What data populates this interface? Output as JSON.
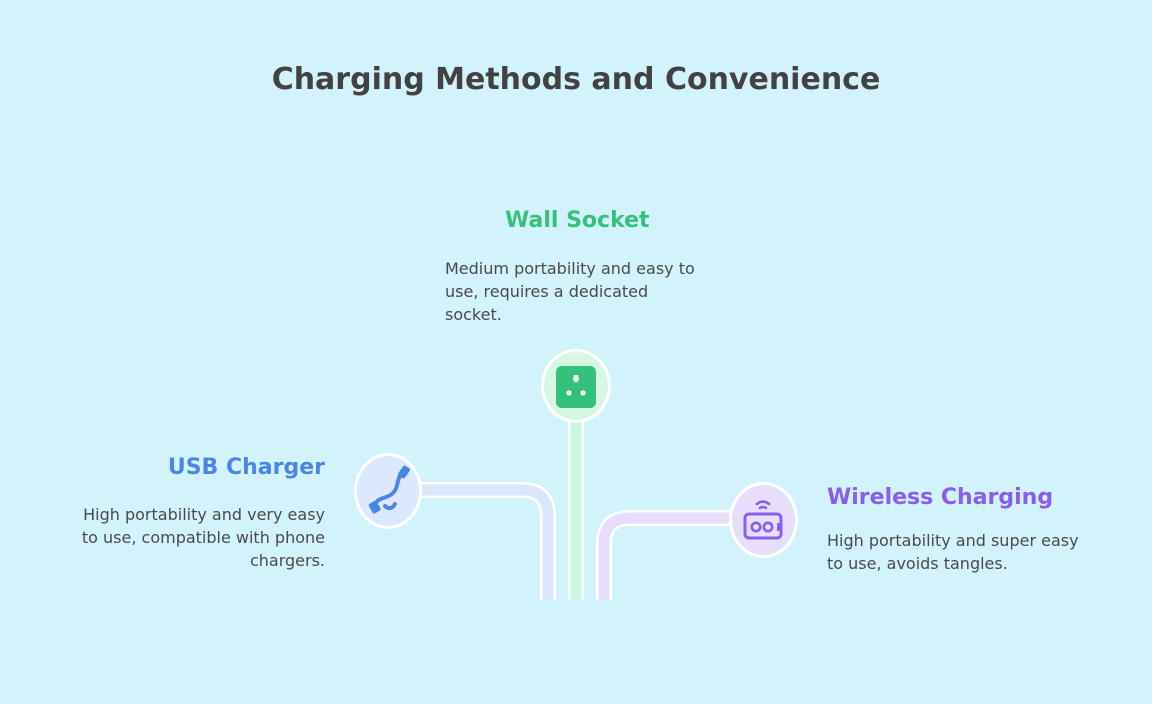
{
  "title": "Charging Methods and Convenience",
  "methods": [
    {
      "id": "wall-socket",
      "name": "Wall Socket",
      "description": "Medium portability and easy to use, requires a dedicated socket.",
      "color": "#34c27a",
      "icon": "wall-socket-icon"
    },
    {
      "id": "usb-charger",
      "name": "USB Charger",
      "description": "High portability and very easy to use, compatible with phone chargers.",
      "color": "#4a86e8",
      "icon": "usb-cable-icon"
    },
    {
      "id": "wireless-charging",
      "name": "Wireless Charging",
      "description": "High portability and super easy to use, avoids tangles.",
      "color": "#8a5cf0",
      "icon": "wireless-charger-icon"
    }
  ]
}
